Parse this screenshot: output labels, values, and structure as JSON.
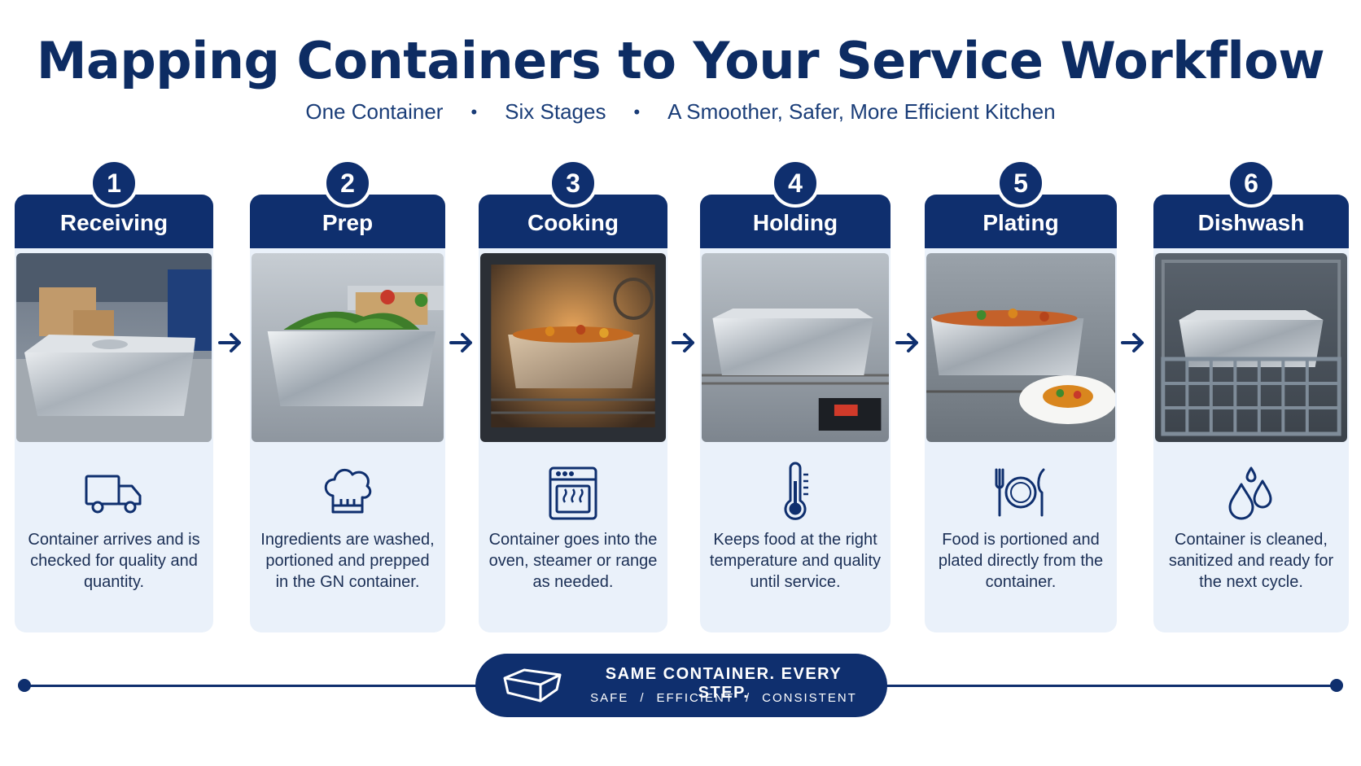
{
  "title": "Mapping Containers to Your Service Workflow",
  "subtitle": {
    "part1": "One Container",
    "part2": "Six Stages",
    "part3": "A Smoother, Safer, More Efficient Kitchen"
  },
  "colors": {
    "navy": "#0f2f6e",
    "card_bg": "#eaf1fa",
    "text": "#1b2f55"
  },
  "steps": [
    {
      "number": "1",
      "label": "Receiving",
      "icon": "delivery-truck-icon",
      "description": "Container arrives and is checked for quality and quantity."
    },
    {
      "number": "2",
      "label": "Prep",
      "icon": "chef-hat-icon",
      "description": "Ingredients are washed, portioned and prepped in the GN container."
    },
    {
      "number": "3",
      "label": "Cooking",
      "icon": "oven-icon",
      "description": "Container goes into the oven, steamer or range as needed."
    },
    {
      "number": "4",
      "label": "Holding",
      "icon": "thermometer-icon",
      "description": "Keeps food at the right temperature and quality until service."
    },
    {
      "number": "5",
      "label": "Plating",
      "icon": "plate-cutlery-icon",
      "description": "Food is portioned and plated directly from the container."
    },
    {
      "number": "6",
      "label": "Dishwash",
      "icon": "water-drops-icon",
      "description": "Container is cleaned, sanitized and ready for the next cycle."
    }
  ],
  "banner": {
    "title": "SAME CONTAINER. EVERY STEP.",
    "tags": [
      "SAFE",
      "EFFICIENT",
      "CONSISTENT"
    ],
    "separator": "/",
    "icon": "gn-container-icon"
  }
}
